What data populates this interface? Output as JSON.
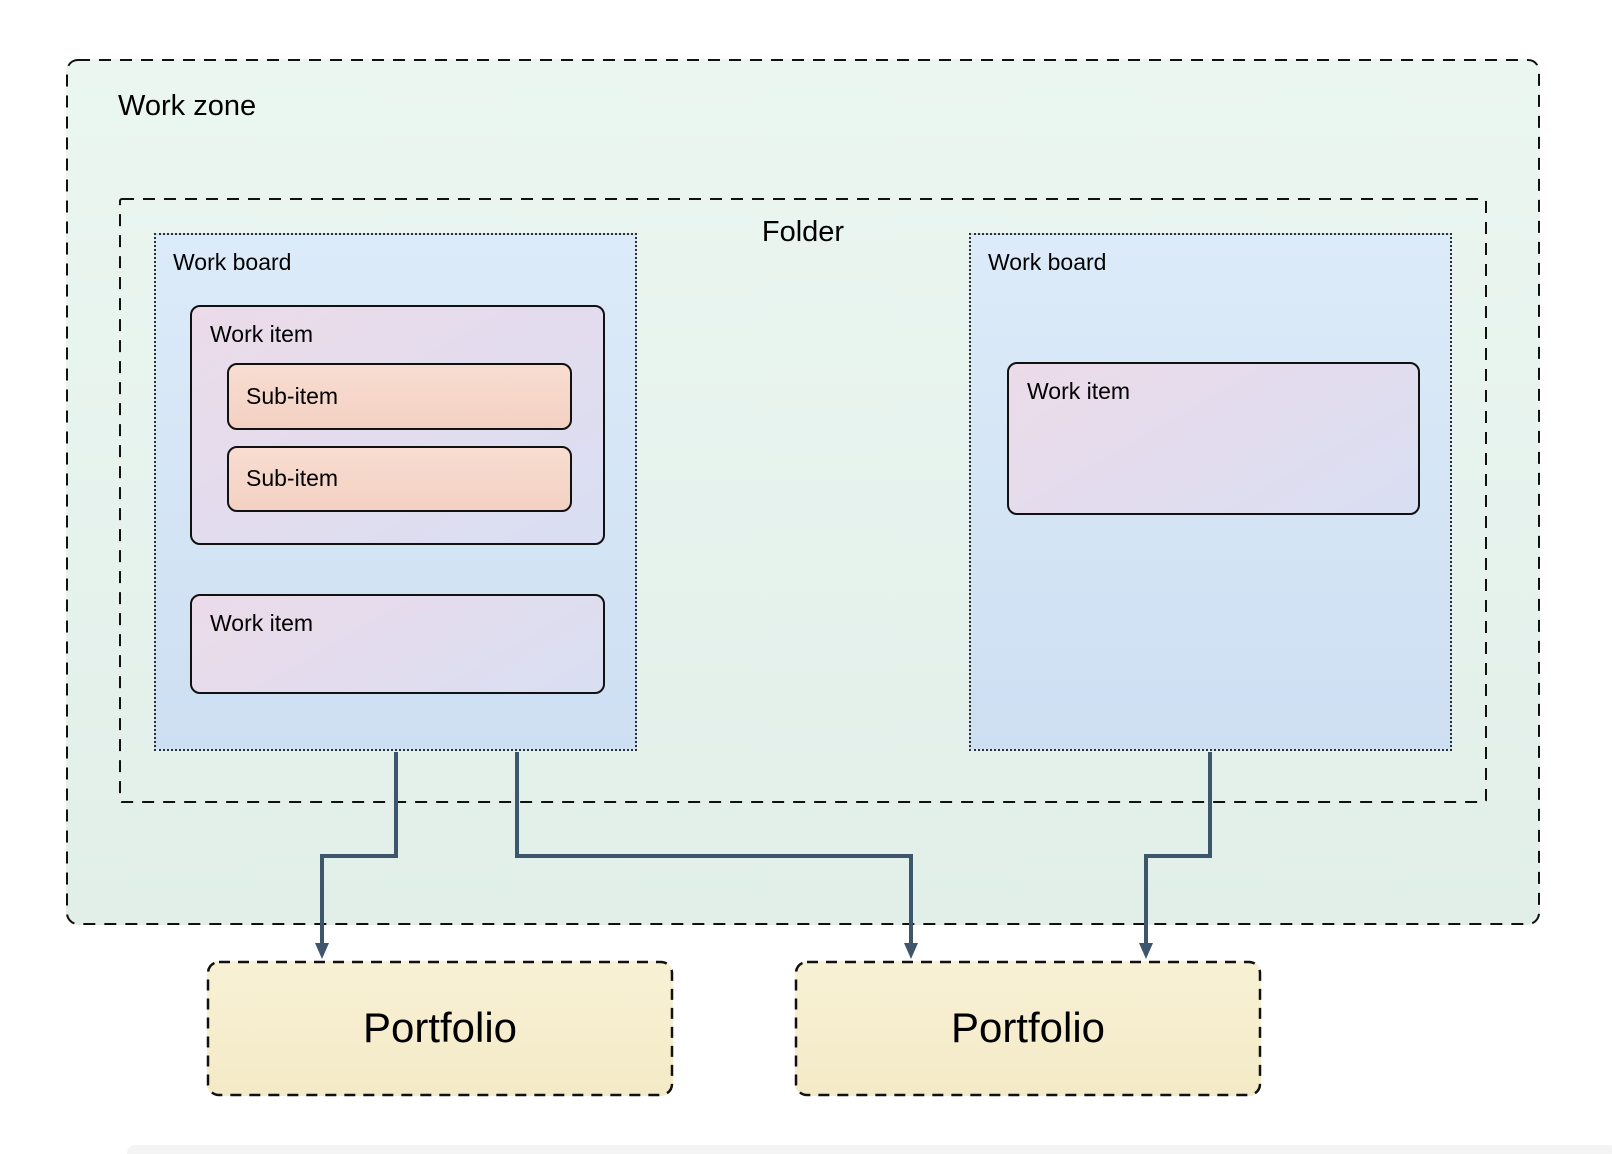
{
  "labels": {
    "work_zone": "Work zone",
    "folder": "Folder",
    "board_left": "Work board",
    "board_right": "Work board",
    "item_top": "Work item",
    "sub_item_1": "Sub-item",
    "sub_item_2": "Sub-item",
    "item_bottom": "Work item",
    "item_right": "Work item",
    "portfolio_left": "Portfolio",
    "portfolio_right": "Portfolio"
  },
  "connections": [
    {
      "from": "work-board-left",
      "to": "portfolio-left"
    },
    {
      "from": "work-board-left",
      "to": "portfolio-right"
    },
    {
      "from": "work-board-right",
      "to": "portfolio-right"
    }
  ],
  "colors": {
    "zone_fill_top": "#ebf6f1",
    "zone_fill_bottom": "#e2efe9",
    "board_fill_top": "#dcebf9",
    "board_fill_bottom": "#cddff2",
    "item_fill_start": "#ecdbe9",
    "item_fill_end": "#d9def3",
    "sub_fill_top": "#f8ddd1",
    "sub_fill_bottom": "#f3d1c2",
    "portfolio_fill_top": "#f8f1d4",
    "portfolio_fill_bottom": "#f3eac7",
    "connector": "#3d566b",
    "bottom_bar": "#f4f4f4",
    "stroke": "#111111"
  }
}
